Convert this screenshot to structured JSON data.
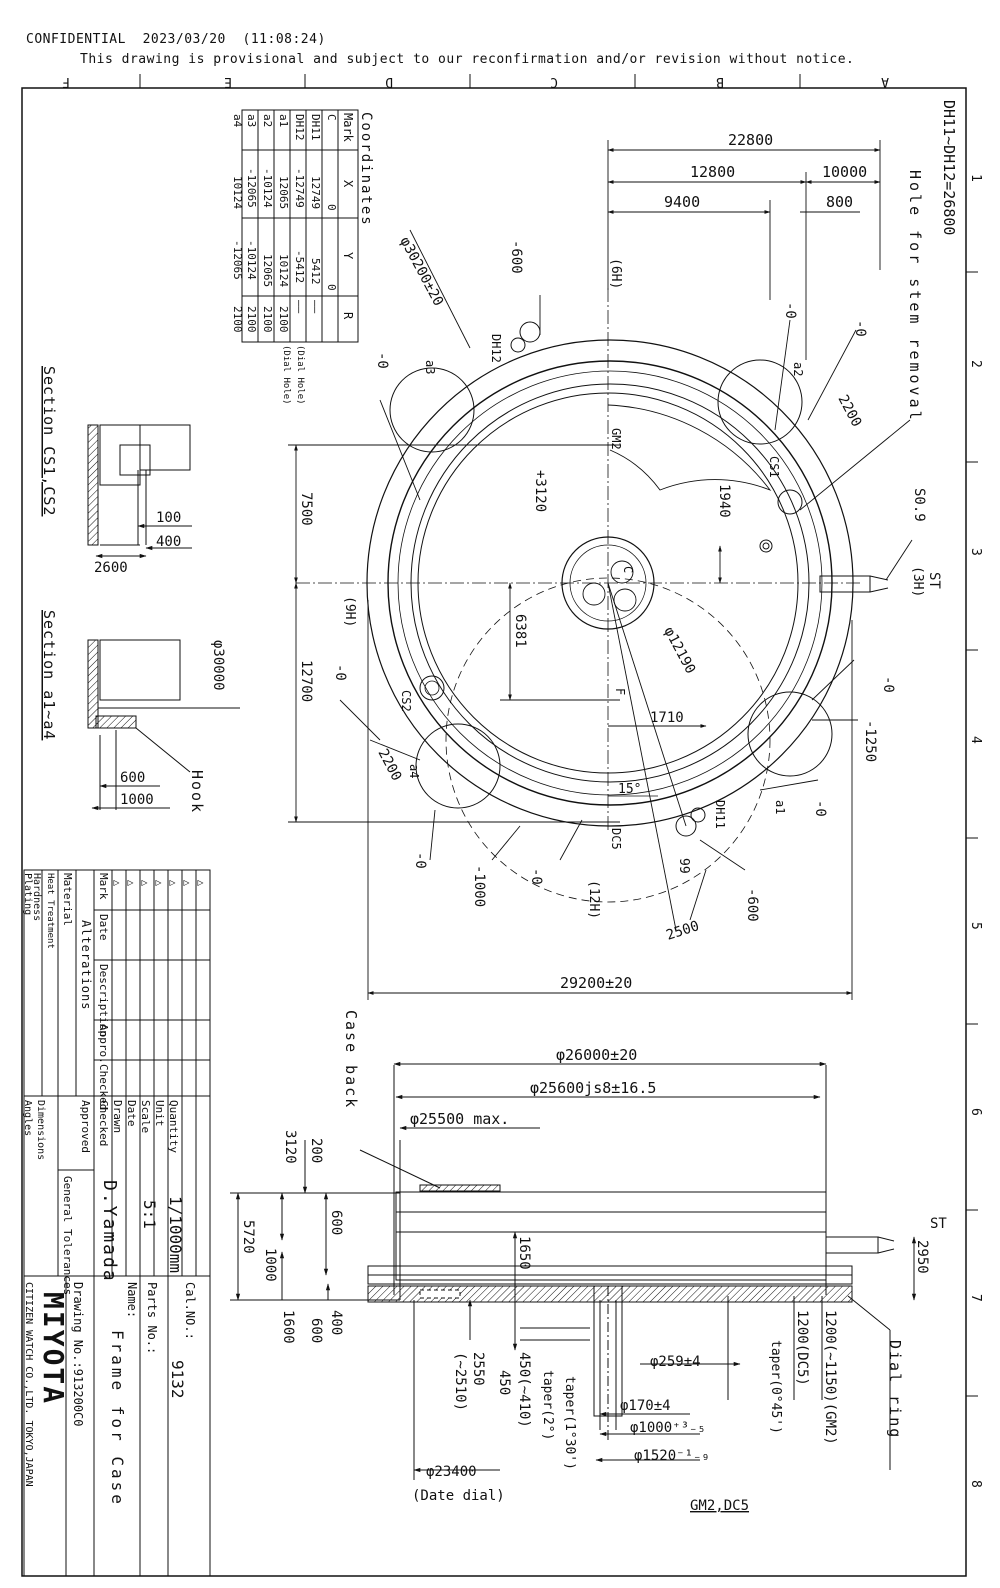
{
  "header": {
    "confidential": "CONFIDENTIAL",
    "date": "2023/03/20",
    "time": "(11:08:24)",
    "notice": "This drawing is provisional and subject to our reconfirmation and/or revision without notice."
  },
  "zones": {
    "columns": [
      "F",
      "E",
      "D",
      "C",
      "B",
      "A"
    ],
    "rows": [
      "1",
      "2",
      "3",
      "4",
      "5",
      "6",
      "7",
      "8"
    ]
  },
  "labels": {
    "dh_span": "DH11~DH12=26800",
    "hole_stem": "Hole for stem removal",
    "section_cs": "Section CS1,CS2",
    "section_a": "Section a1~a4",
    "hook": "Hook",
    "case_back": "Case back",
    "dial_ring": "Dial ring",
    "date_dial": "(Date dial)",
    "gm2_dc5": "GM2,DC5",
    "st": "ST",
    "st_3h": "(3H)",
    "h6": "(6H)",
    "h9": "(9H)",
    "h12": "(12H)",
    "gm2": "GM2",
    "cs1": "CS1",
    "cs2": "CS2",
    "dh11": "DH11",
    "dh12": "DH12",
    "dc5": "DC5",
    "c": "C",
    "f": "F",
    "a1": "a1",
    "a2": "a2",
    "a3": "a3",
    "a4": "a4",
    "dial_hole": "(Dial Hole)"
  },
  "coordinates": {
    "title": "Coordinates",
    "headers": [
      "Mark",
      "X",
      "Y",
      "R"
    ],
    "rows": [
      [
        "C",
        "0",
        "0",
        ""
      ],
      [
        "DH11",
        "12749",
        "5412",
        "——"
      ],
      [
        "DH12",
        "-12749",
        "-5412",
        "——"
      ],
      [
        "a1",
        "12065",
        "10124",
        "2100"
      ],
      [
        "a2",
        "-10124",
        "12065",
        "2100"
      ],
      [
        "a3",
        "-12065",
        "-10124",
        "2100"
      ],
      [
        "a4",
        "10124",
        "-12065",
        "2100"
      ]
    ]
  },
  "dimensions_top": {
    "d22800": "22800",
    "d12800": "12800",
    "d10000": "10000",
    "d9400": "9400",
    "d800": "800",
    "d30200": "φ30200±20",
    "m600a": "-600",
    "m0a": "-0",
    "m0b": "-0",
    "m0c": "-0",
    "d2200a": "2200",
    "d2200b": "2200",
    "s09": "S0.9",
    "d1940": "1940",
    "d3120": "+3120",
    "d7500": "7500",
    "d12700": "12700",
    "d6381": "6381",
    "d12190": "φ12190",
    "d1710": "1710",
    "ang15": "15°",
    "m0d": "-0",
    "m1250": "-1250",
    "m0e": "-0",
    "m0f": "-0",
    "m1000": "-1000",
    "m0g": "-0",
    "d99": "99",
    "m600b": "-600",
    "d2500": "2500",
    "d29200": "29200±20",
    "m0h": "-0"
  },
  "section_dims": {
    "d100": "100",
    "d400": "400",
    "d2600": "2600",
    "d30000": "φ30000",
    "d600": "600",
    "d1000": "1000"
  },
  "side_dims": {
    "d26000": "φ26000±20",
    "d25600": "φ25600js8±16.5",
    "d25500": "φ25500 max.",
    "d3120": "3120",
    "d200": "200",
    "d5720": "5720",
    "d600": "600",
    "d1000": "1000",
    "d1650": "1650",
    "d1600": "1600",
    "d400": "400",
    "d600b": "600",
    "d2550": "2550",
    "d2510": "(~2510)",
    "d450a": "450(~410)",
    "d450b": "450",
    "taper2": "taper(2°)",
    "taper130": "taper(1°30')",
    "d259": "φ259±4",
    "d170": "φ170±4",
    "d1000b": "φ1000⁺³₋₅",
    "d1520": "φ1520⁻¹₋₉",
    "d23400": "φ23400",
    "taper045": "taper(0°45')",
    "d1200dc5": "1200(DC5)",
    "d1200gm2": "1200(~1150)(GM2)",
    "d2950": "2950"
  },
  "title_block": {
    "rev_headers": [
      "Mark",
      "Date",
      "Description",
      "Appro.",
      "Checked"
    ],
    "alterations": "Alterations",
    "material": "Material",
    "heat": "Heat Treatment",
    "hardness": "Hardness",
    "plating": "Plating",
    "general": "General Tolerances",
    "dimensions": "Dimensions",
    "angles": "Angles",
    "approved": "Approved",
    "checked": "Checked",
    "drawn": "Drawn",
    "date": "Date",
    "scale": "Scale",
    "unit": "Unit",
    "quantity": "Quantity",
    "drawer": "D.Yamada",
    "scale_val": "5:1",
    "unit_val": "1/1000mm",
    "cal_no": "Cal.NO.:",
    "cal_val": "9132",
    "parts_no": "Parts No.:",
    "name": "Name:",
    "name_val": "Frame for Case",
    "drawing_no": "Drawing No.:913200C0",
    "brand": "MIYOTA",
    "company": "CITIZEN WATCH CO.,LTD. TOKYO,JAPAN"
  },
  "colors": {
    "line": "#111111",
    "paper": "#ffffff"
  }
}
